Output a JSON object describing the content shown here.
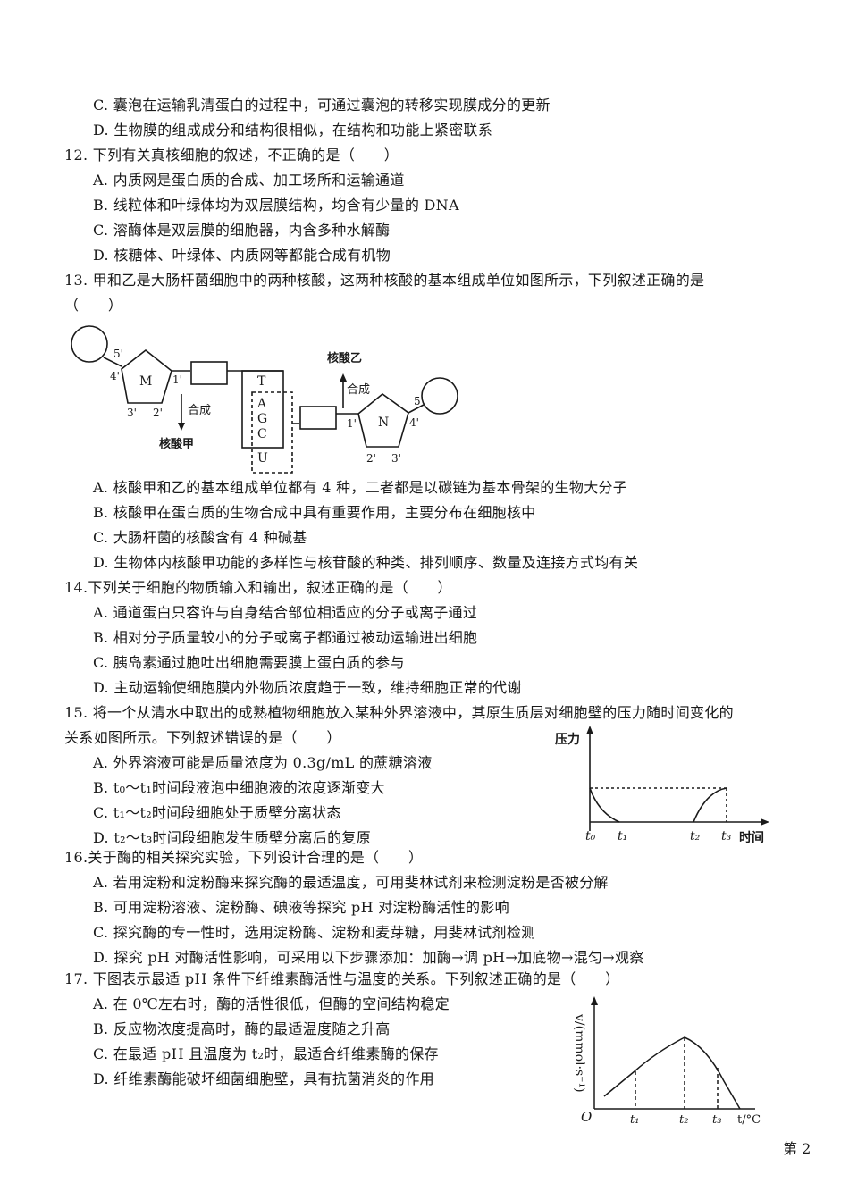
{
  "q11": {
    "options": [
      {
        "letter": "C.",
        "text": "囊泡在运输乳清蛋白的过程中，可通过囊泡的转移实现膜成分的更新"
      },
      {
        "letter": "D.",
        "text": "生物膜的组成成分和结构很相似，在结构和功能上紧密联系"
      }
    ]
  },
  "q12": {
    "stem": "12. 下列有关真核细胞的叙述，不正确的是（　　）",
    "options": [
      {
        "letter": "A.",
        "text": "内质网是蛋白质的合成、加工场所和运输通道"
      },
      {
        "letter": "B.",
        "text": "线粒体和叶绿体均为双层膜结构，均含有少量的 DNA"
      },
      {
        "letter": "C.",
        "text": "溶酶体是双层膜的细胞器，内含多种水解酶"
      },
      {
        "letter": "D.",
        "text": "核糖体、叶绿体、内质网等都能合成有机物"
      }
    ]
  },
  "q13": {
    "stem": "13. 甲和乙是大肠杆菌细胞中的两种核酸，这两种核酸的基本组成单位如图所示，下列叙述正确的是",
    "stem_cont": "（　　）",
    "diagram": {
      "left_sugar": "M",
      "right_sugar": "N",
      "carbons_left": [
        "5'",
        "4'",
        "1'",
        "3'",
        "2'"
      ],
      "carbons_right": [
        "5'",
        "4'",
        "1'",
        "2'",
        "3'"
      ],
      "bases": [
        "T",
        "A",
        "G",
        "C",
        "U"
      ],
      "arrow_down_label": "合成",
      "arrow_down_target": "核酸甲",
      "arrow_up_label": "合成",
      "arrow_up_target": "核酸乙"
    },
    "options": [
      {
        "letter": "A.",
        "text": "核酸甲和乙的基本组成单位都有 4 种，二者都是以碳链为基本骨架的生物大分子"
      },
      {
        "letter": "B.",
        "text": "核酸甲在蛋白质的生物合成中具有重要作用，主要分布在细胞核中"
      },
      {
        "letter": "C.",
        "text": "大肠杆菌的核酸含有 4 种碱基"
      },
      {
        "letter": "D.",
        "text": "生物体内核酸甲功能的多样性与核苷酸的种类、排列顺序、数量及连接方式均有关"
      }
    ]
  },
  "q14": {
    "stem": "14.下列关于细胞的物质输入和输出，叙述正确的是（　　）",
    "options": [
      {
        "letter": "A.",
        "text": "通道蛋白只容许与自身结合部位相适应的分子或离子通过"
      },
      {
        "letter": "B.",
        "text": "相对分子质量较小的分子或离子都通过被动运输进出细胞"
      },
      {
        "letter": "C.",
        "text": "胰岛素通过胞吐出细胞需要膜上蛋白质的参与"
      },
      {
        "letter": "D.",
        "text": "主动运输使细胞膜内外物质浓度趋于一致，维持细胞正常的代谢"
      }
    ]
  },
  "q15": {
    "stem": "15. 将一个从清水中取出的成熟植物细胞放入某种外界溶液中，其原生质层对细胞壁的压力随时间变化的",
    "stem_cont": "关系如图所示。下列叙述错误的是（　　）",
    "options": [
      {
        "letter": "A.",
        "text": "外界溶液可能是质量浓度为 0.3g/mL 的蔗糖溶液"
      },
      {
        "letter": "B.",
        "text": "t₀～t₁时间段液泡中细胞液的浓度逐渐变大"
      },
      {
        "letter": "C.",
        "text": "t₁～t₂时间段细胞处于质壁分离状态"
      },
      {
        "letter": "D.",
        "text": "t₂～t₃时间段细胞发生质壁分离后的复原"
      }
    ],
    "graph": {
      "ylabel": "压力",
      "xlabel": "时间",
      "ticks": [
        "t₀",
        "t₁",
        "t₂",
        "t₃"
      ]
    }
  },
  "q16": {
    "stem": "16.关于酶的相关探究实验，下列设计合理的是（　　）",
    "options": [
      {
        "letter": "A.",
        "text": "若用淀粉和淀粉酶来探究酶的最适温度，可用斐林试剂来检测淀粉是否被分解"
      },
      {
        "letter": "B.",
        "text": "可用淀粉溶液、淀粉酶、碘液等探究 pH 对淀粉酶活性的影响"
      },
      {
        "letter": "C.",
        "text": "探究酶的专一性时，选用淀粉酶、淀粉和麦芽糖，用斐林试剂检测"
      },
      {
        "letter": "D.",
        "text": "探究 pH 对酶活性影响，可采用以下步骤添加：加酶→调 pH→加底物→混匀→观察"
      }
    ]
  },
  "q17": {
    "stem": "17. 下图表示最适 pH 条件下纤维素酶活性与温度的关系。下列叙述正确的是（　　）",
    "options": [
      {
        "letter": "A.",
        "text": "在 0℃左右时，酶的活性很低，但酶的空间结构稳定"
      },
      {
        "letter": "B.",
        "text": "反应物浓度提高时，酶的最适温度随之升高"
      },
      {
        "letter": "C.",
        "text": "在最适 pH 且温度为 t₂时，最适合纤维素酶的保存"
      },
      {
        "letter": "D.",
        "text": "纤维素酶能破坏细菌细胞壁，具有抗菌消炎的作用"
      }
    ],
    "graph": {
      "ylabel": "v/(mmol·s⁻¹)",
      "xlabel": "t/°C",
      "origin": "O",
      "ticks": [
        "t₁",
        "t₂",
        "t₃"
      ]
    }
  },
  "footer": {
    "page": "第 2"
  }
}
